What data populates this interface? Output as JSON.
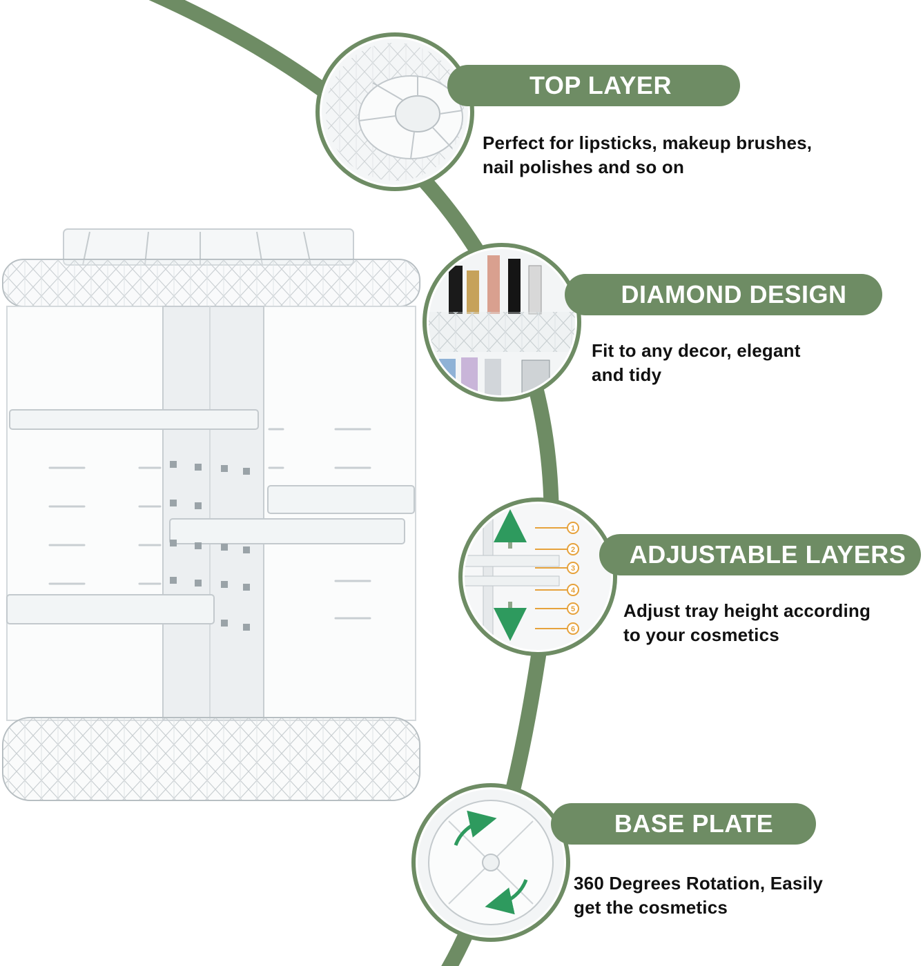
{
  "colors": {
    "accent": "#6e8c64",
    "text": "#111111",
    "background": "#ffffff"
  },
  "features": [
    {
      "id": "top-layer",
      "title": "TOP LAYER",
      "lines": [
        "Perfect for lipsticks, makeup brushes,",
        "nail polishes and so on"
      ],
      "icon": "top-tray-detail"
    },
    {
      "id": "diamond-design",
      "title": "DIAMOND DESIGN",
      "lines": [
        "Fit to any decor, elegant",
        "and tidy"
      ],
      "icon": "diamond-rim-detail"
    },
    {
      "id": "adjustable-layers",
      "title": "ADJUSTABLE LAYERS",
      "lines": [
        "Adjust tray height according",
        "to your cosmetics"
      ],
      "icon": "layer-slots-detail"
    },
    {
      "id": "base-plate",
      "title": "BASE PLATE",
      "lines": [
        "360 Degrees Rotation, Easily",
        "get the cosmetics"
      ],
      "icon": "rotating-base-detail"
    }
  ],
  "layer_markers": [
    "1",
    "2",
    "3",
    "4",
    "5",
    "6"
  ]
}
